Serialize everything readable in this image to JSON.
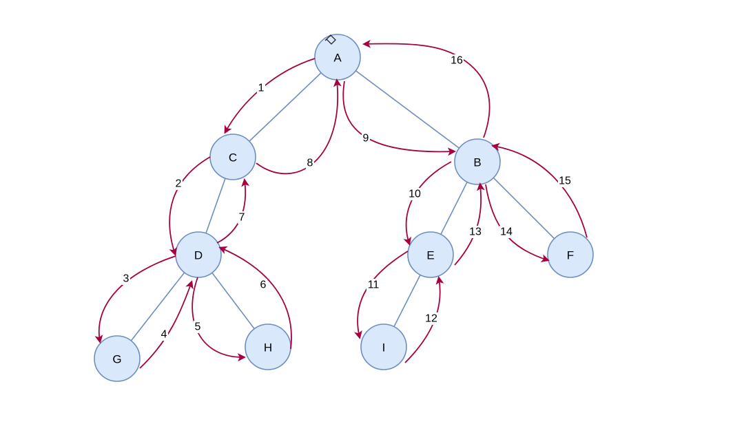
{
  "nodes": [
    {
      "id": "A",
      "label": "A"
    },
    {
      "id": "B",
      "label": "B"
    },
    {
      "id": "C",
      "label": "C"
    },
    {
      "id": "D",
      "label": "D"
    },
    {
      "id": "E",
      "label": "E"
    },
    {
      "id": "F",
      "label": "F"
    },
    {
      "id": "G",
      "label": "G"
    },
    {
      "id": "H",
      "label": "H"
    },
    {
      "id": "I",
      "label": "I"
    }
  ],
  "tree_edges": [
    {
      "from": "A",
      "to": "C"
    },
    {
      "from": "A",
      "to": "B"
    },
    {
      "from": "C",
      "to": "D"
    },
    {
      "from": "D",
      "to": "G"
    },
    {
      "from": "D",
      "to": "H"
    },
    {
      "from": "B",
      "to": "E"
    },
    {
      "from": "B",
      "to": "F"
    },
    {
      "from": "E",
      "to": "I"
    }
  ],
  "traversal_steps": [
    {
      "step": "1",
      "from": "A",
      "to": "C"
    },
    {
      "step": "2",
      "from": "C",
      "to": "D"
    },
    {
      "step": "3",
      "from": "D",
      "to": "G"
    },
    {
      "step": "4",
      "from": "G",
      "to": "D"
    },
    {
      "step": "5",
      "from": "D",
      "to": "H"
    },
    {
      "step": "6",
      "from": "H",
      "to": "D"
    },
    {
      "step": "7",
      "from": "D",
      "to": "C"
    },
    {
      "step": "8",
      "from": "C",
      "to": "A"
    },
    {
      "step": "9",
      "from": "A",
      "to": "B"
    },
    {
      "step": "10",
      "from": "B",
      "to": "E"
    },
    {
      "step": "11",
      "from": "E",
      "to": "I"
    },
    {
      "step": "12",
      "from": "I",
      "to": "E"
    },
    {
      "step": "13",
      "from": "E",
      "to": "B"
    },
    {
      "step": "14",
      "from": "B",
      "to": "F"
    },
    {
      "step": "15",
      "from": "F",
      "to": "B"
    },
    {
      "step": "16",
      "from": "B",
      "to": "A"
    }
  ],
  "colors": {
    "node_fill": "#dae8fc",
    "node_stroke": "#6c8ebf",
    "tree_edge": "#6c8ebf",
    "traversal_arrow": "#a50040"
  },
  "icons": {
    "cursor": "move-cursor-icon"
  }
}
